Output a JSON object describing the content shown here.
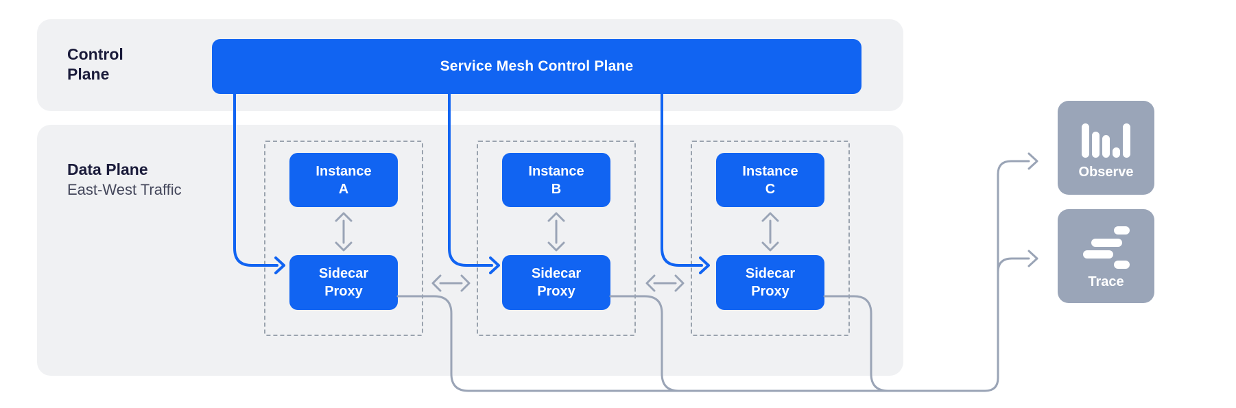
{
  "colors": {
    "accent_blue": "#1164f2",
    "panel_gray": "#f0f1f3",
    "slate": "#9aa5b8",
    "line_gray": "#9aa4b6",
    "dash_gray": "#9aa3ae",
    "navy": "#1a1b3a",
    "subtitle_gray": "#43465a",
    "white": "#ffffff"
  },
  "control_plane": {
    "label": "Control\nPlane",
    "box_label": "Service Mesh Control Plane"
  },
  "data_plane": {
    "label": "Data Plane",
    "sublabel": "East-West Traffic",
    "groups": [
      {
        "instance": "Instance\nA",
        "proxy": "Sidecar\nProxy"
      },
      {
        "instance": "Instance\nB",
        "proxy": "Sidecar\nProxy"
      },
      {
        "instance": "Instance\nC",
        "proxy": "Sidecar\nProxy"
      }
    ]
  },
  "observability": {
    "observe_label": "Observe",
    "observe_icon": "bar-chart-icon",
    "trace_label": "Trace",
    "trace_icon": "trace-spans-icon"
  }
}
